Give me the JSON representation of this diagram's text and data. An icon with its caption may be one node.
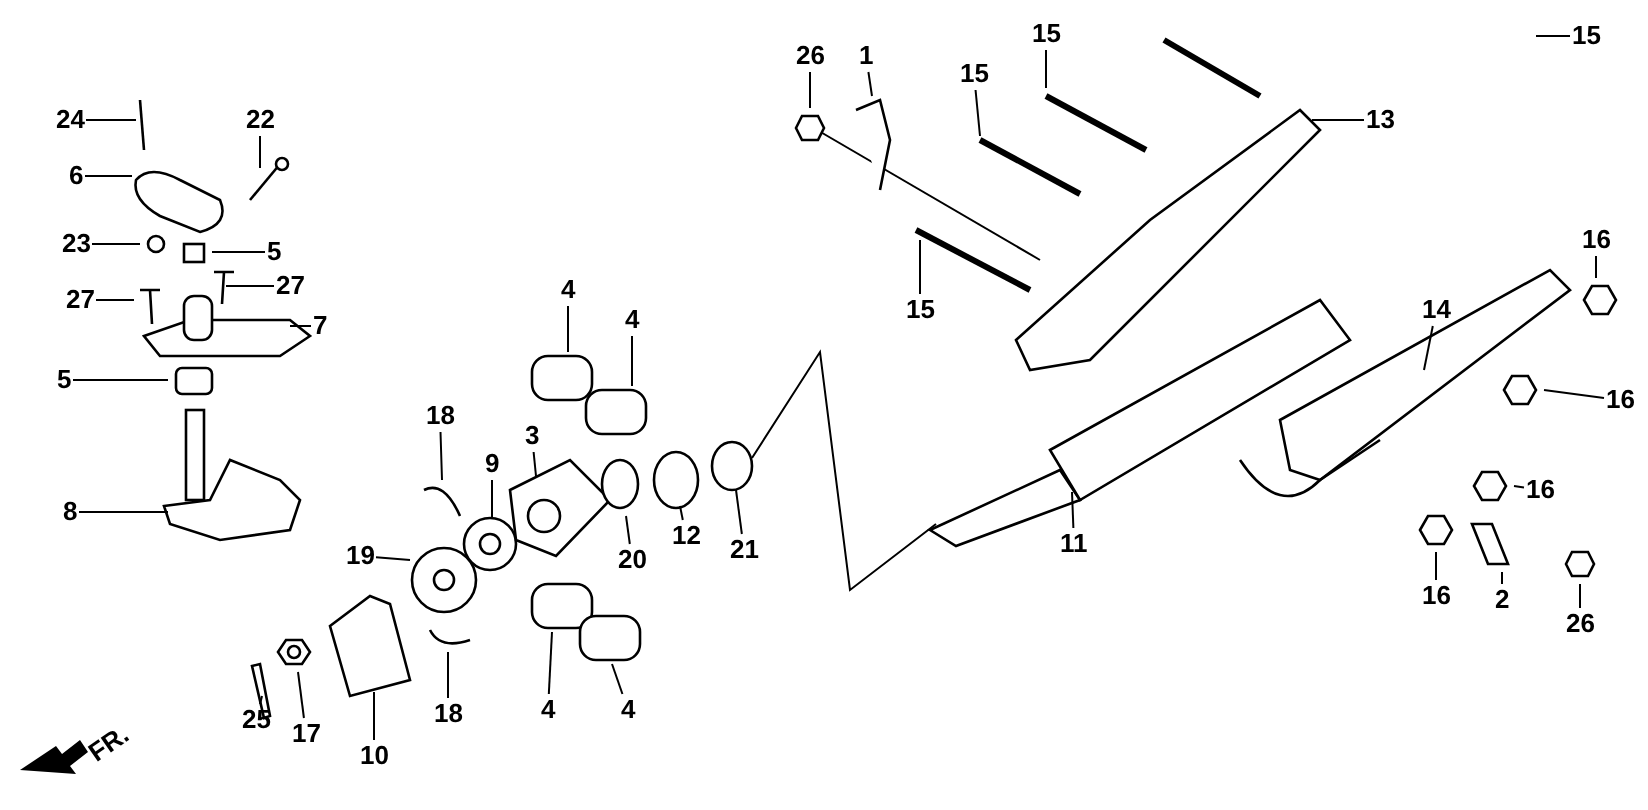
{
  "diagram": {
    "nodes": [
      {
        "text": [
          "24"
        ]
      },
      {
        "text": [
          "22"
        ]
      },
      {
        "text": [
          "26"
        ]
      },
      {
        "text": [
          "1"
        ]
      },
      {
        "text": [
          "15"
        ]
      },
      {
        "text": [
          "15"
        ]
      },
      {
        "text": [
          "15"
        ]
      },
      {
        "text": [
          "6"
        ]
      },
      {
        "text": [
          "13"
        ]
      },
      {
        "text": [
          "23"
        ]
      },
      {
        "text": [
          "5"
        ]
      },
      {
        "text": [
          "27"
        ]
      },
      {
        "text": [
          "27"
        ]
      },
      {
        "text": [
          "7"
        ]
      },
      {
        "text": [
          "15"
        ]
      },
      {
        "text": [
          "4"
        ]
      },
      {
        "text": [
          "4"
        ]
      },
      {
        "text": [
          "14"
        ]
      },
      {
        "text": [
          "16"
        ]
      },
      {
        "text": [
          "5"
        ]
      },
      {
        "text": [
          "18"
        ]
      },
      {
        "text": [
          "3"
        ]
      },
      {
        "text": [
          "9"
        ]
      },
      {
        "text": [
          "16"
        ]
      },
      {
        "text": [
          "8"
        ]
      },
      {
        "text": [
          "16"
        ]
      },
      {
        "text": [
          "19"
        ]
      },
      {
        "text": [
          "20"
        ]
      },
      {
        "text": [
          "12"
        ]
      },
      {
        "text": [
          "21"
        ]
      },
      {
        "text": [
          "11"
        ]
      },
      {
        "text": [
          "16"
        ]
      },
      {
        "text": [
          "2"
        ]
      },
      {
        "text": [
          "26"
        ]
      },
      {
        "text": [
          "4"
        ]
      },
      {
        "text": [
          "4"
        ]
      },
      {
        "text": [
          "18"
        ]
      },
      {
        "text": [
          "25"
        ]
      },
      {
        "text": [
          "17"
        ]
      },
      {
        "text": [
          "10"
        ]
      },
      {
        "text": [],
        "shape": "circle"
      }
    ],
    "edges": [
      {
        "from": 0,
        "to": null,
        "arrow": "none"
      },
      {
        "from": 1,
        "to": null,
        "arrow": "none"
      },
      {
        "from": 2,
        "to": null,
        "arrow": "none"
      },
      {
        "from": 3,
        "to": null,
        "arrow": "none"
      },
      {
        "from": 4,
        "to": null,
        "arrow": "none"
      },
      {
        "from": 5,
        "to": null,
        "arrow": "none"
      },
      {
        "from": 6,
        "to": null,
        "arrow": "none"
      },
      {
        "from": 7,
        "to": null,
        "arrow": "none"
      },
      {
        "from": 8,
        "to": null,
        "arrow": "none"
      },
      {
        "from": 9,
        "to": null,
        "arrow": "none"
      },
      {
        "from": 10,
        "to": null,
        "arrow": "none"
      },
      {
        "from": 11,
        "to": null,
        "arrow": "none"
      },
      {
        "from": 12,
        "to": null,
        "arrow": "none"
      },
      {
        "from": 13,
        "to": null,
        "arrow": "none"
      },
      {
        "from": 14,
        "to": null,
        "arrow": "none"
      },
      {
        "from": 15,
        "to": null,
        "arrow": "none"
      },
      {
        "from": 16,
        "to": null,
        "arrow": "none"
      },
      {
        "from": 17,
        "to": null,
        "arrow": "none"
      },
      {
        "from": 18,
        "to": null,
        "arrow": "none"
      },
      {
        "from": 19,
        "to": null,
        "arrow": "none"
      },
      {
        "from": 20,
        "to": null,
        "arrow": "none"
      },
      {
        "from": 21,
        "to": null,
        "arrow": "none"
      },
      {
        "from": 22,
        "to": null,
        "arrow": "none"
      },
      {
        "from": 23,
        "to": null,
        "arrow": "none"
      },
      {
        "from": 24,
        "to": null,
        "arrow": "none"
      },
      {
        "from": 25,
        "to": null,
        "arrow": "none"
      },
      {
        "from": 26,
        "to": null,
        "arrow": "none"
      },
      {
        "from": 27,
        "to": null,
        "arrow": "none"
      },
      {
        "from": 28,
        "to": null,
        "arrow": "none"
      },
      {
        "from": 29,
        "to": 40,
        "arrow": "none"
      },
      {
        "from": 30,
        "to": null,
        "arrow": "none"
      },
      {
        "from": 31,
        "to": null,
        "arrow": "none"
      },
      {
        "from": 32,
        "to": null,
        "arrow": "none"
      },
      {
        "from": 33,
        "to": null,
        "arrow": "none"
      },
      {
        "from": 34,
        "to": null,
        "arrow": "none"
      },
      {
        "from": 35,
        "to": null,
        "arrow": "none"
      },
      {
        "from": 36,
        "to": null,
        "arrow": "none"
      },
      {
        "from": 37,
        "to": null,
        "arrow": "none"
      },
      {
        "from": 38,
        "to": null,
        "arrow": "none"
      },
      {
        "from": 39,
        "to": null,
        "arrow": "none"
      }
    ],
    "labels": [
      "FR."
    ]
  }
}
